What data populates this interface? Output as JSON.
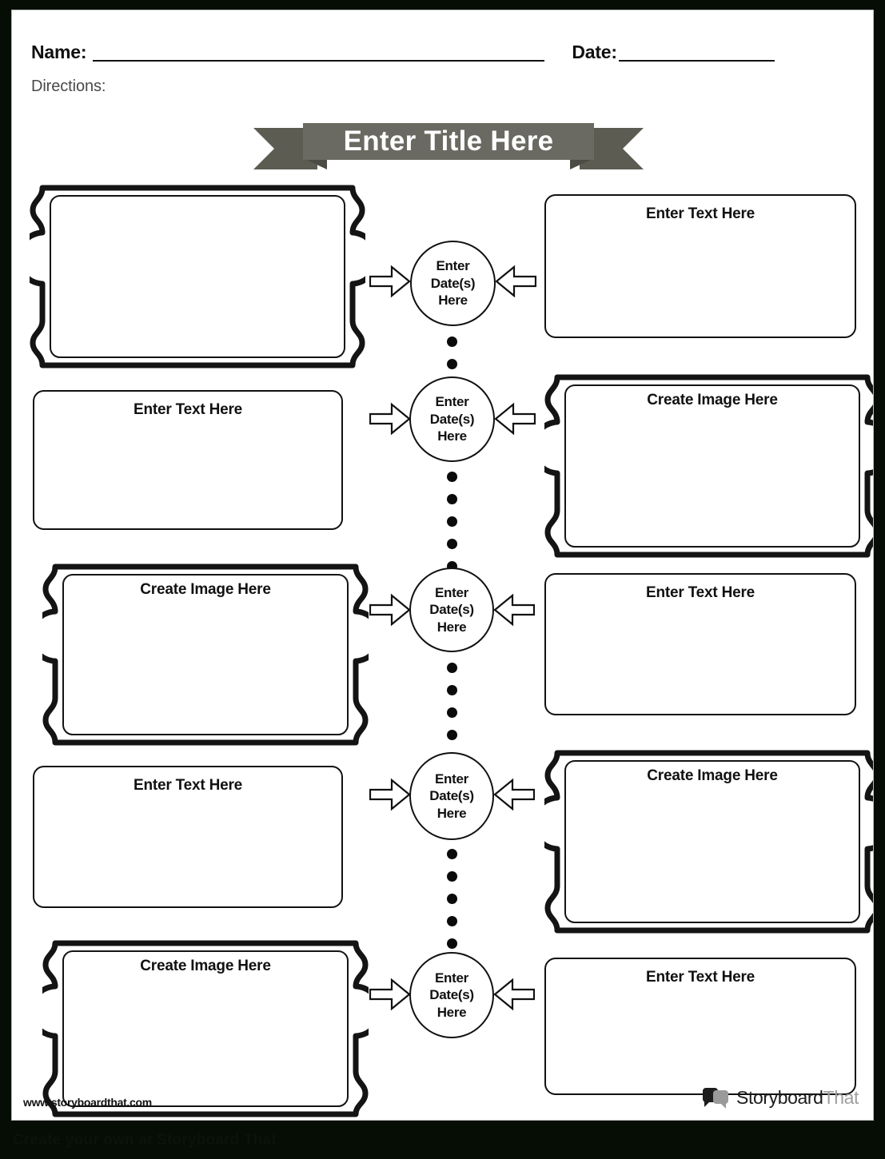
{
  "page": {
    "header": {
      "name_label": "Name:",
      "date_label": "Date:",
      "directions_label": "Directions:"
    },
    "title_banner": {
      "text": "Enter Title Here",
      "band_color": "#6a6a62",
      "tail_color": "#5c5c52",
      "fold_color": "#4c4c44",
      "text_color": "#ffffff"
    },
    "footer": {
      "website": "www.storyboardthat.com",
      "brand_primary": "Storyboard",
      "brand_secondary": "That",
      "cta": "Create your own at Storyboard That"
    },
    "labels": {
      "text_placeholder": "Enter Text Here",
      "image_placeholder": "Create Image Here",
      "date_line1": "Enter",
      "date_line2": "Date(s)",
      "date_line3": "Here"
    },
    "rows": [
      {
        "index": 1,
        "left": {
          "style": "plaque",
          "label": ""
        },
        "node": {
          "line1": "Enter",
          "line2": "Date(s)",
          "line3": "Here"
        },
        "right": {
          "style": "plain",
          "label": "Enter Text Here"
        },
        "connector_dots": 5
      },
      {
        "index": 2,
        "left": {
          "style": "plain",
          "label": "Enter Text Here"
        },
        "node": {
          "line1": "Enter",
          "line2": "Date(s)",
          "line3": "Here"
        },
        "right": {
          "style": "plaque",
          "label": "Create Image Here"
        },
        "connector_dots": 5
      },
      {
        "index": 3,
        "left": {
          "style": "plaque",
          "label": "Create Image Here"
        },
        "node": {
          "line1": "Enter",
          "line2": "Date(s)",
          "line3": "Here"
        },
        "right": {
          "style": "plain",
          "label": "Enter Text Here"
        },
        "connector_dots": 5
      },
      {
        "index": 4,
        "left": {
          "style": "plain",
          "label": "Enter Text Here"
        },
        "node": {
          "line1": "Enter",
          "line2": "Date(s)",
          "line3": "Here"
        },
        "right": {
          "style": "plaque",
          "label": "Create Image Here"
        },
        "connector_dots": 5
      },
      {
        "index": 5,
        "left": {
          "style": "plaque",
          "label": "Create Image Here"
        },
        "node": {
          "line1": "Enter",
          "line2": "Date(s)",
          "line3": "Here"
        },
        "right": {
          "style": "plain",
          "label": "Enter Text Here"
        },
        "connector_dots": 0
      }
    ]
  }
}
